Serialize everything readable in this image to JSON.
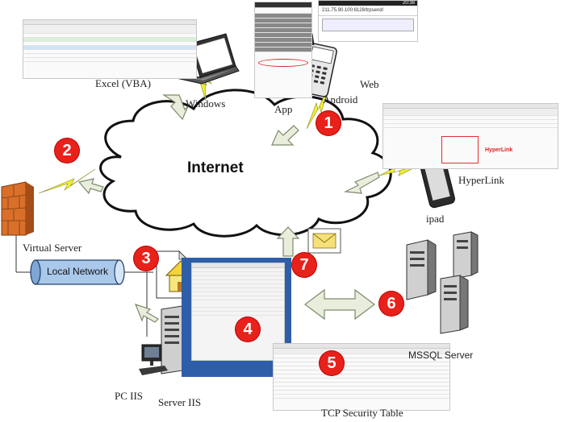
{
  "labels": {
    "internet": "Internet",
    "excel": "Excel (VBA)",
    "windows": "Windows",
    "app": "App",
    "android": "Android",
    "web": "Web",
    "hyperlink": "HyperLink",
    "hyperlink_red": "HyperLink",
    "ipad": "ipad",
    "virtual_server": "Virtual Server",
    "local_network": "Local Network",
    "mssql_server": "MSSQL Server",
    "pc_iis": "PC IIS",
    "server_iis": "Server IIS",
    "tcp_security_table": "TCP Security Table",
    "web_url": "211.75.90.100:8128/trpsend/",
    "phone_time": "20:38"
  },
  "markers": [
    "1",
    "2",
    "3",
    "4",
    "5",
    "6",
    "7"
  ],
  "colors": {
    "marker": "#e8211b",
    "lightning": "#f2ef2c",
    "arrow_fill": "#e9eddc",
    "arrow_stroke": "#7d8a6c",
    "console_bg": "#2e5ea8",
    "cloud_stroke": "#111111"
  },
  "icons": [
    "cloud-icon",
    "laptop-icon",
    "phone-icon",
    "tablet-icon",
    "firewall-icon",
    "server-icon",
    "pc-icon",
    "house-icon",
    "envelope-icon",
    "document-icon",
    "cylinder-icon"
  ]
}
